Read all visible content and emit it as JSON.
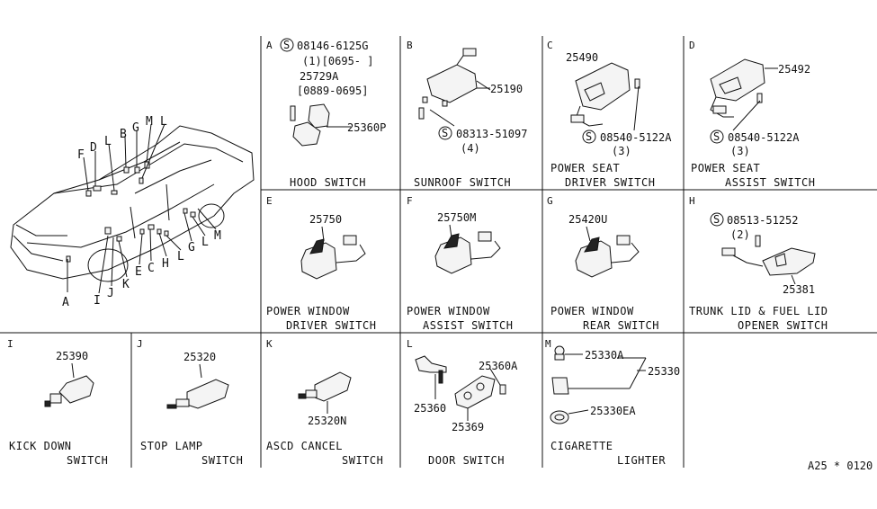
{
  "car": {
    "letters": [
      "A",
      "I",
      "J",
      "K",
      "E",
      "C",
      "H",
      "L",
      "G",
      "L",
      "M",
      "F",
      "D",
      "L",
      "B",
      "G",
      "M",
      "L"
    ]
  },
  "panels": {
    "A": {
      "letter": "A",
      "ref1": "08146-6125G",
      "ref1_qty": "(1)[0695-    ]",
      "pn1": "25729A",
      "pn1_date": "[0889-0695]",
      "pn2": "25360P",
      "caption1": "HOOD SWITCH",
      "caption2": ""
    },
    "B": {
      "letter": "B",
      "pn1": "25190",
      "ref1": "08313-51097",
      "ref1_qty": "(4)",
      "caption1": "SUNROOF SWITCH",
      "caption2": ""
    },
    "C": {
      "letter": "C",
      "pn1": "25490",
      "ref1": "08540-5122A",
      "ref1_qty": "(3)",
      "caption1": "POWER SEAT",
      "caption2": "DRIVER SWITCH"
    },
    "D": {
      "letter": "D",
      "pn1": "25492",
      "ref1": "08540-5122A",
      "ref1_qty": "(3)",
      "caption1": "POWER SEAT",
      "caption2": "ASSIST SWITCH"
    },
    "E": {
      "letter": "E",
      "pn1": "25750",
      "caption1": "POWER WINDOW",
      "caption2": "DRIVER SWITCH"
    },
    "F": {
      "letter": "F",
      "pn1": "25750M",
      "caption1": "POWER WINDOW",
      "caption2": "ASSIST SWITCH"
    },
    "G": {
      "letter": "G",
      "pn1": "25420U",
      "caption1": "POWER WINDOW",
      "caption2": "REAR SWITCH"
    },
    "H": {
      "letter": "H",
      "ref1": "08513-51252",
      "ref1_qty": "(2)",
      "pn1": "25381",
      "caption1": "TRUNK LID & FUEL LID",
      "caption2": "OPENER SWITCH"
    },
    "I": {
      "letter": "I",
      "pn1": "25390",
      "caption1": "KICK DOWN",
      "caption2": "SWITCH"
    },
    "J": {
      "letter": "J",
      "pn1": "25320",
      "caption1": "STOP LAMP",
      "caption2": "SWITCH"
    },
    "K": {
      "letter": "K",
      "pn1": "25320N",
      "caption1": "ASCD CANCEL",
      "caption2": "SWITCH"
    },
    "L": {
      "letter": "L",
      "pn1": "25360A",
      "pn2": "25360",
      "pn3": "25369",
      "caption1": "DOOR SWITCH",
      "caption2": ""
    },
    "M": {
      "letter": "M",
      "pn1": "25330A",
      "pn2": "25330",
      "pn3": "25330EA",
      "caption1": "CIGARETTE",
      "caption2": "LIGHTER"
    }
  },
  "footer_code": "A25 * 0120",
  "screw_symbol": "S"
}
